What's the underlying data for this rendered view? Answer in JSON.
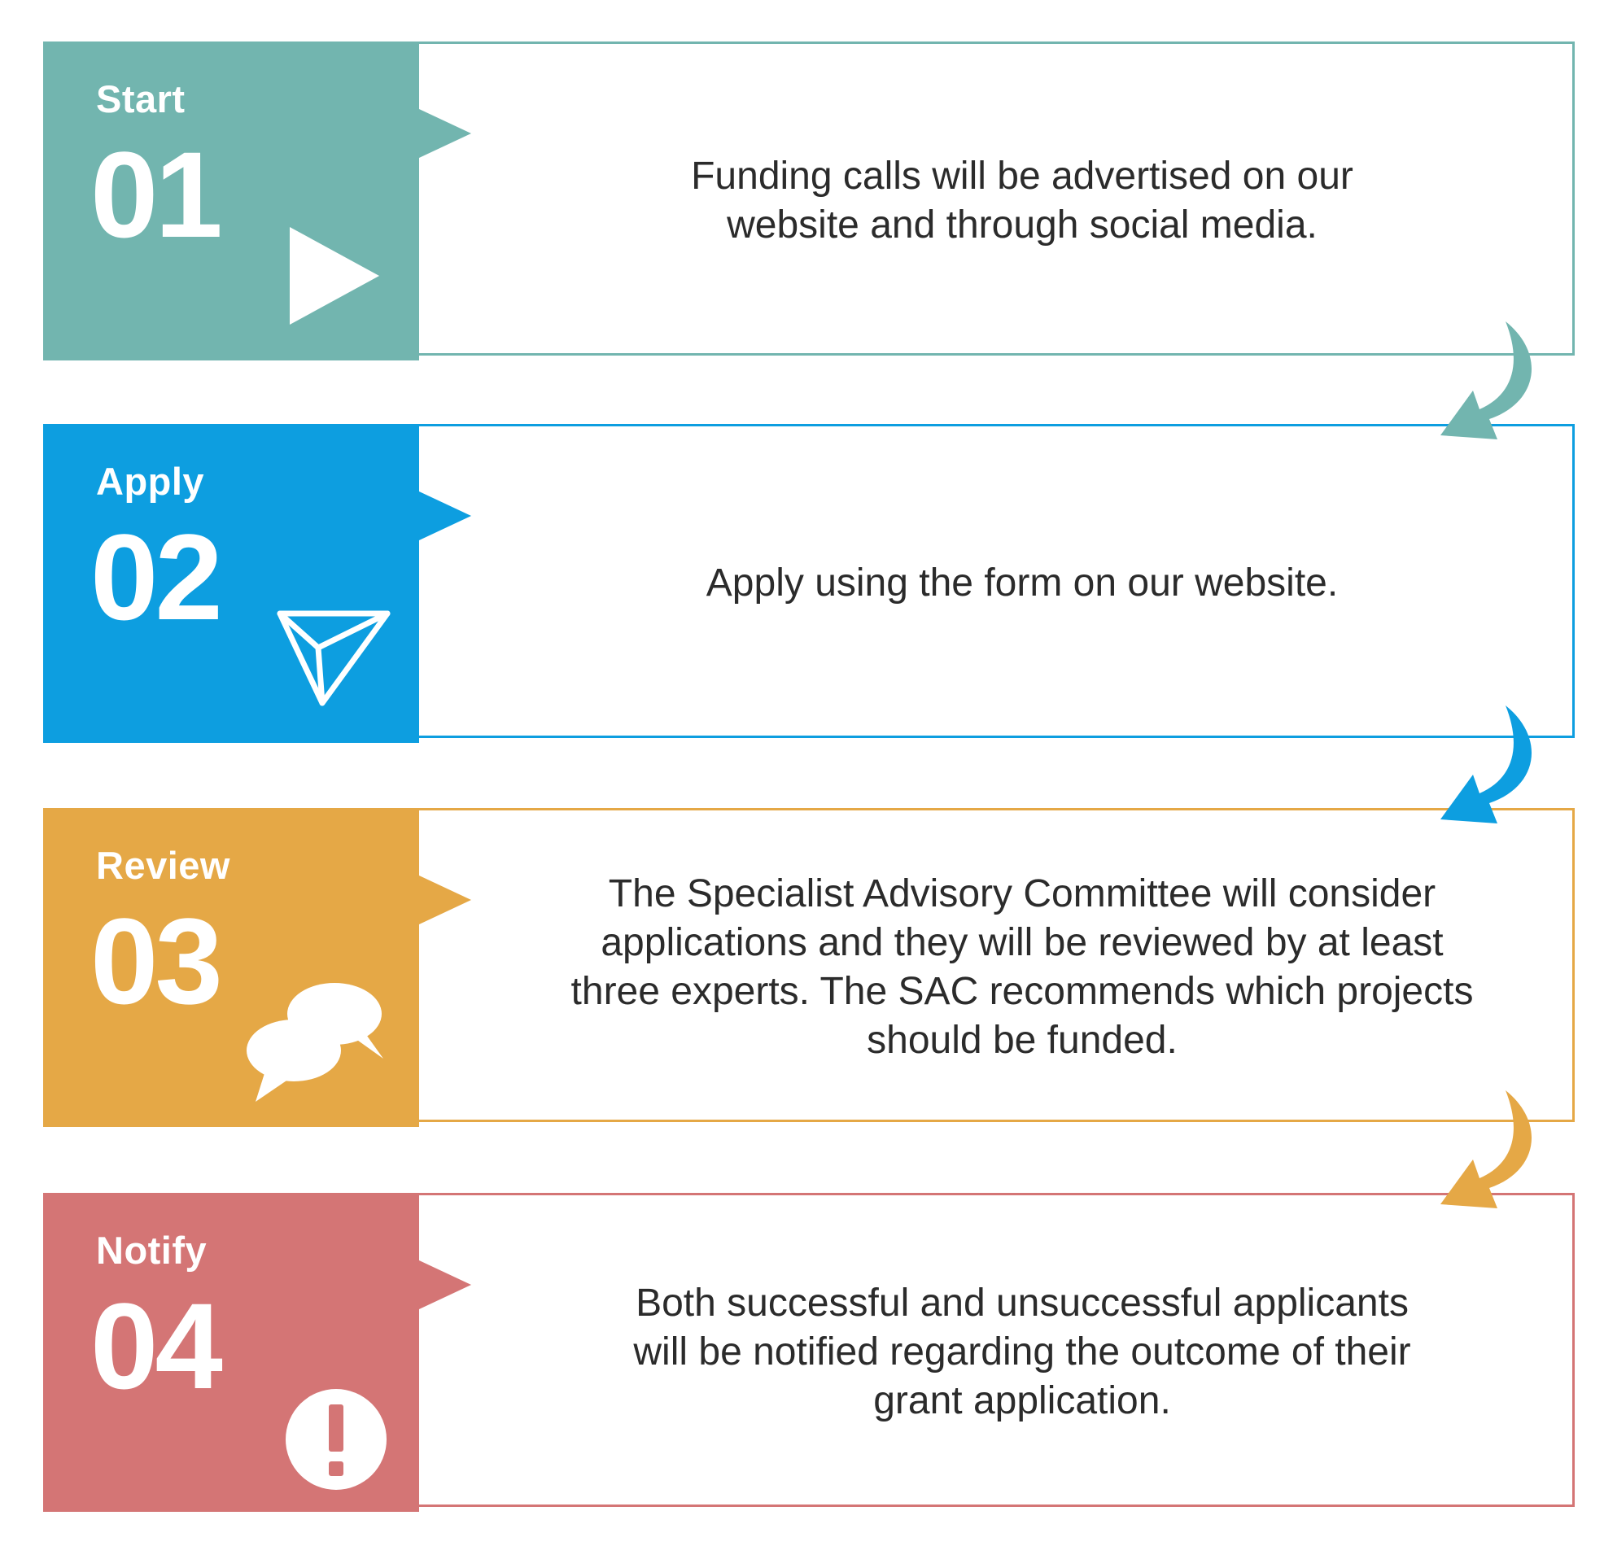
{
  "steps": [
    {
      "label": "Start",
      "number": "01",
      "icon": "play-icon",
      "color": "#72b5af",
      "text": "Funding calls will be advertised on our\nwebsite and through social media."
    },
    {
      "label": "Apply",
      "number": "02",
      "icon": "paper-plane-icon",
      "color": "#0d9ee0",
      "text": "Apply using the form on our website."
    },
    {
      "label": "Review",
      "number": "03",
      "icon": "chat-bubbles-icon",
      "color": "#e5a846",
      "text": "The Specialist Advisory Committee will consider\napplications and they will be reviewed by at least\nthree experts. The SAC recommends which projects\nshould be funded."
    },
    {
      "label": "Notify",
      "number": "04",
      "icon": "exclamation-icon",
      "color": "#d47575",
      "text": "Both successful and unsuccessful applicants\nwill be notified regarding the outcome of their\ngrant application."
    }
  ],
  "connectors": [
    {
      "icon": "curved-arrow-icon",
      "color": "#72b5af"
    },
    {
      "icon": "curved-arrow-icon",
      "color": "#0d9ee0"
    },
    {
      "icon": "curved-arrow-icon",
      "color": "#e5a846"
    }
  ]
}
